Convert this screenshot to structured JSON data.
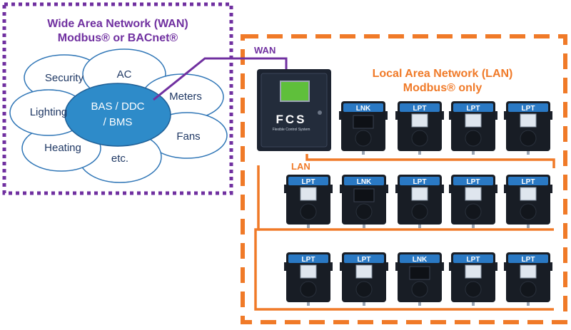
{
  "wan_box": {
    "title_line1": "Wide Area Network (WAN)",
    "title_line2": "Modbus® or BACnet®",
    "color": "#7030a0"
  },
  "lan_box": {
    "title_line1": "Local Area Network (LAN)",
    "title_line2": "Modbus® only",
    "color": "#f07a28"
  },
  "cluster": {
    "core_line1": "BAS / DDC",
    "core_line2": "/ BMS",
    "core_color": "#2e8bc9",
    "petals": [
      "Security",
      "AC",
      "Meters",
      "Fans",
      "etc.",
      "Heating",
      "Lighting"
    ]
  },
  "links": {
    "wan_label": "WAN",
    "lan_label": "LAN"
  },
  "controller": {
    "brand": "FCS",
    "subtitle": "Flexible Control System"
  },
  "devices": {
    "row1": [
      "LNK",
      "LPT",
      "LPT",
      "LPT"
    ],
    "row2": [
      "LPT",
      "LNK",
      "LPT",
      "LPT",
      "LPT"
    ],
    "row3": [
      "LPT",
      "LPT",
      "LNK",
      "LPT",
      "LPT"
    ]
  }
}
